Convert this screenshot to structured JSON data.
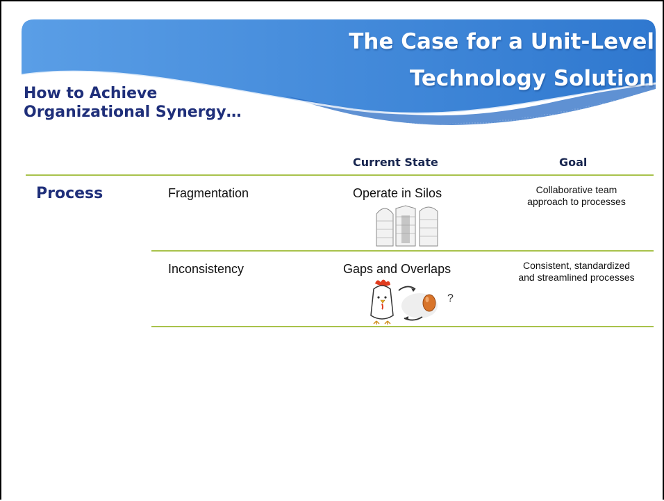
{
  "title": {
    "line1": "The Case for a Unit-Level",
    "line2": "Technology Solution"
  },
  "subtitle": {
    "line1": "How to Achieve",
    "line2": "Organizational Synergy…"
  },
  "columns": {
    "current": "Current State",
    "goal": "Goal"
  },
  "section_label": "Process",
  "rows": [
    {
      "issue": "Fragmentation",
      "current": "Operate in Silos",
      "goal_line1": "Collaborative team",
      "goal_line2": "approach to processes",
      "illustration": "silos-icon"
    },
    {
      "issue": "Inconsistency",
      "current": "Gaps and Overlaps",
      "goal_line1": "Consistent, standardized",
      "goal_line2": "and streamlined processes",
      "illustration": "chicken-egg-icon",
      "illustration_text": "?"
    }
  ],
  "colors": {
    "banner": "#3f8ad8",
    "heading": "#1f2f7a",
    "rule": "#a8c24b"
  }
}
